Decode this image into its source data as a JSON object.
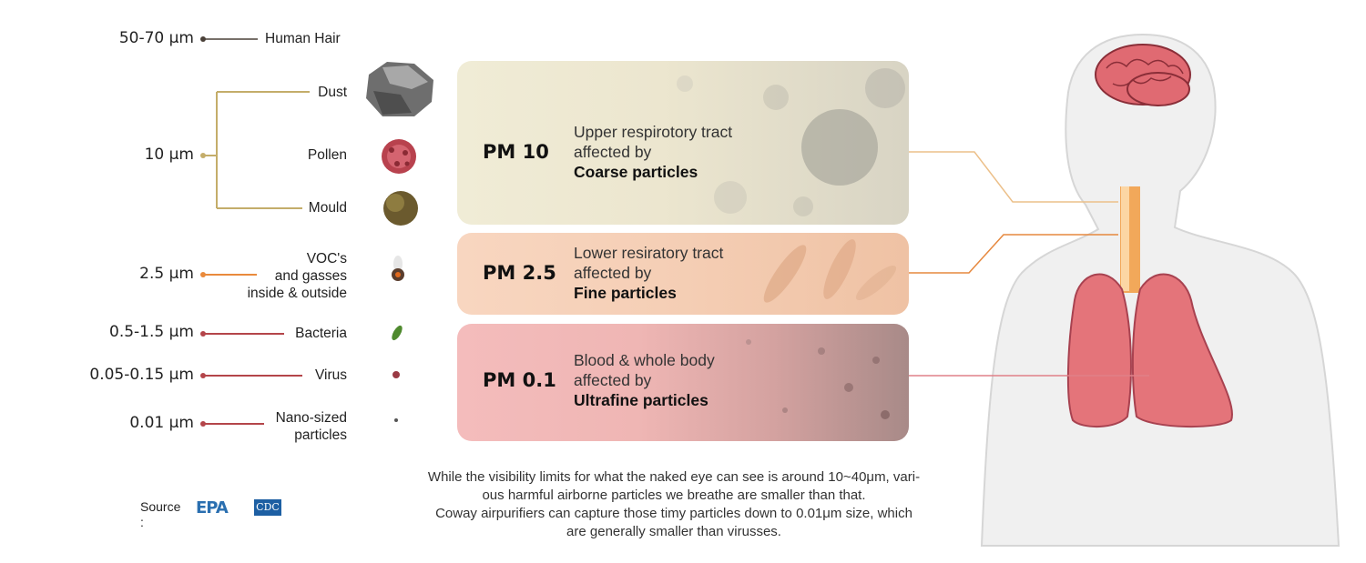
{
  "scale_items": [
    {
      "size": "50-70 µm",
      "label": "Human Hair"
    },
    {
      "size": "10 µm",
      "labels": [
        "Dust",
        "Pollen",
        "Mould"
      ]
    },
    {
      "size": "2.5 µm",
      "label_lines": [
        "VOC's",
        "and gasses",
        "inside & outside"
      ]
    },
    {
      "size": "0.5-1.5 µm",
      "label": "Bacteria"
    },
    {
      "size": "0.05-0.15 µm",
      "label": "Virus"
    },
    {
      "size": "0.01 µm",
      "label_lines": [
        "Nano-sized",
        "particles"
      ]
    }
  ],
  "bands": [
    {
      "pm": "PM 10",
      "line1": "Upper respirotory tract",
      "line2": "affected by",
      "bold": "Coarse particles"
    },
    {
      "pm": "PM 2.5",
      "line1": "Lower resiratory tract",
      "line2": "affected by",
      "bold": "Fine particles"
    },
    {
      "pm": "PM 0.1",
      "line1": "Blood & whole body",
      "line2": "affected by",
      "bold": "Ultrafine particles"
    }
  ],
  "note_lines": [
    "While the visibility limits for what the naked eye can see is around 10~40μm, vari-",
    "ous harmful airborne particles we breathe are smaller than that.",
    "Coway airpurifiers can capture those timy particles down to 0.01μm size, which",
    "are generally smaller than virusses."
  ],
  "source": {
    "label_line1": "Source",
    "label_line2": ":",
    "logos": [
      "EPA",
      "CDC"
    ]
  },
  "colors": {
    "hair": "#4a4038",
    "pm10": "#c4ad6a",
    "pm25": "#e98a3c",
    "pm01": "#b4454a",
    "band_pm10": "#f0ecd6",
    "band_pm25": "#f8d6c0",
    "band_pm01": "#f4bcbc",
    "lung": "#e4747a",
    "brain": "#e06a72"
  }
}
